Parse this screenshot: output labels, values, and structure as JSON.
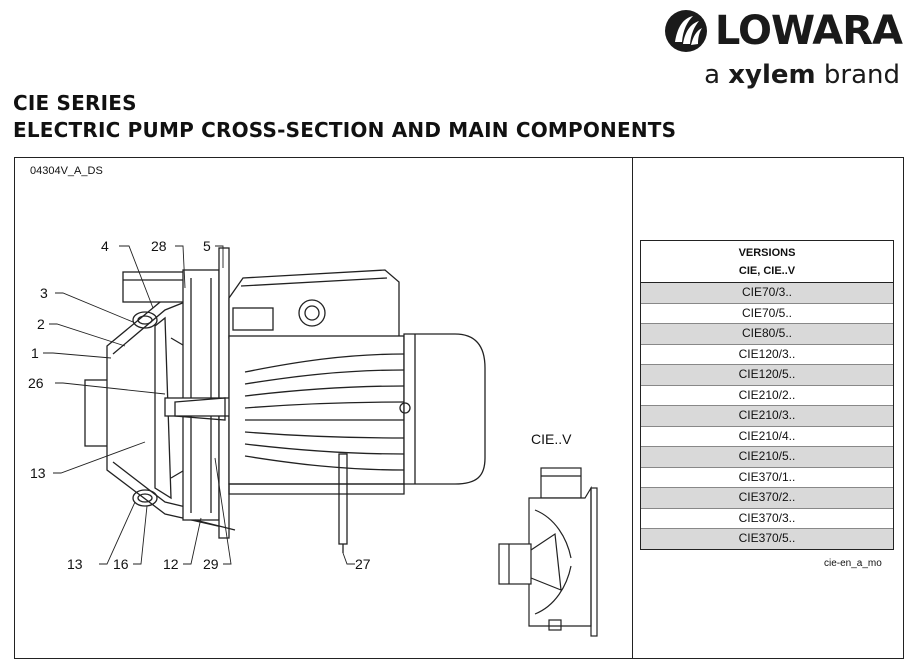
{
  "logo": {
    "wordmark": "LOWARA",
    "tagline_prefix": "a ",
    "tagline_brand": "xylem",
    "tagline_suffix": " brand"
  },
  "title_line1": "CIE SERIES",
  "title_line2": "ELECTRIC PUMP CROSS-SECTION AND MAIN COMPONENTS",
  "drawing_code": "04304V_A_DS",
  "variant_label": "CIE..V",
  "callouts": [
    "4",
    "28",
    "5",
    "3",
    "2",
    "1",
    "26",
    "13",
    "13",
    "16",
    "12",
    "29",
    "27"
  ],
  "versions": {
    "header_line1": "VERSIONS",
    "header_line2": "CIE, CIE..V",
    "rows": [
      "CIE70/3..",
      "CIE70/5..",
      "CIE80/5..",
      "CIE120/3..",
      "CIE120/5..",
      "CIE210/2..",
      "CIE210/3..",
      "CIE210/4..",
      "CIE210/5..",
      "CIE370/1..",
      "CIE370/2..",
      "CIE370/3..",
      "CIE370/5.."
    ]
  },
  "reference_code": "cie-en_a_mo"
}
